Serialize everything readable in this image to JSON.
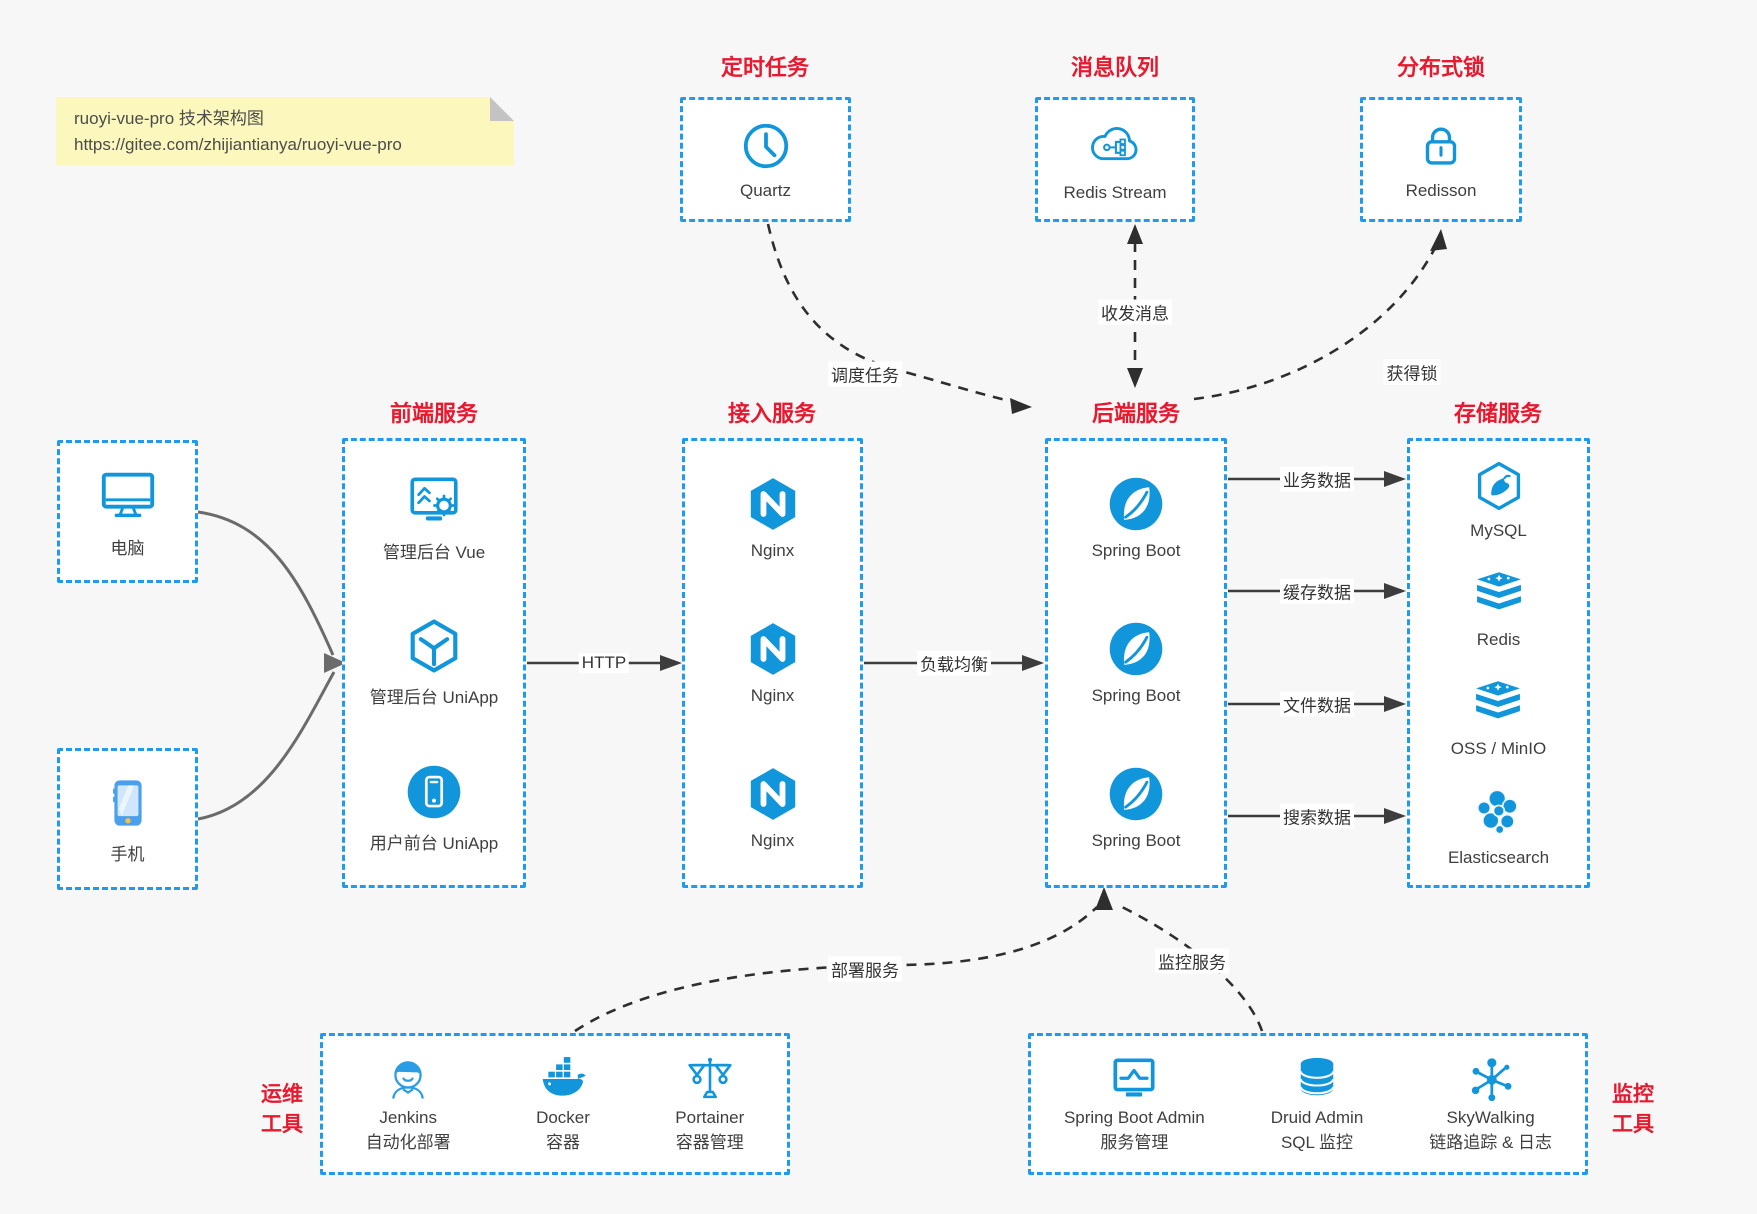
{
  "note": {
    "line1": "ruoyi-vue-pro 技术架构图",
    "line2": "https://gitee.com/zhijiantianya/ruoyi-vue-pro"
  },
  "top_groups": [
    {
      "title": "定时任务",
      "label": "Quartz",
      "icon": "clock-icon"
    },
    {
      "title": "消息队列",
      "label": "Redis Stream",
      "icon": "cloud-stream-icon"
    },
    {
      "title": "分布式锁",
      "label": "Redisson",
      "icon": "lock-icon"
    }
  ],
  "clients": [
    {
      "label": "电脑",
      "icon": "desktop-icon"
    },
    {
      "label": "手机",
      "icon": "smartphone-icon"
    }
  ],
  "columns": [
    {
      "title": "前端服务",
      "items": [
        {
          "label": "管理后台 Vue",
          "icon": "admin-vue-icon"
        },
        {
          "label": "管理后台 UniApp",
          "icon": "uniapp-cube-icon"
        },
        {
          "label": "用户前台 UniApp",
          "icon": "user-app-icon"
        }
      ]
    },
    {
      "title": "接入服务",
      "items": [
        {
          "label": "Nginx",
          "icon": "nginx-icon"
        },
        {
          "label": "Nginx",
          "icon": "nginx-icon"
        },
        {
          "label": "Nginx",
          "icon": "nginx-icon"
        }
      ]
    },
    {
      "title": "后端服务",
      "items": [
        {
          "label": "Spring Boot",
          "icon": "spring-icon"
        },
        {
          "label": "Spring Boot",
          "icon": "spring-icon"
        },
        {
          "label": "Spring Boot",
          "icon": "spring-icon"
        }
      ]
    },
    {
      "title": "存储服务",
      "items": [
        {
          "label": "MySQL",
          "icon": "mysql-icon"
        },
        {
          "label": "Redis",
          "icon": "redis-stack-icon"
        },
        {
          "label": "OSS / MinIO",
          "icon": "oss-stack-icon"
        },
        {
          "label": "Elasticsearch",
          "icon": "elasticsearch-icon"
        }
      ]
    }
  ],
  "edges": {
    "http": "HTTP",
    "load_balance": "负载均衡",
    "schedule": "调度任务",
    "message": "收发消息",
    "acquire_lock": "获得锁",
    "business_data": "业务数据",
    "cache_data": "缓存数据",
    "file_data": "文件数据",
    "search_data": "搜索数据",
    "deploy": "部署服务",
    "monitor": "监控服务"
  },
  "bottom_groups": [
    {
      "side_label": [
        "运维",
        "工具"
      ],
      "items": [
        {
          "label": "Jenkins",
          "sublabel": "自动化部署",
          "icon": "jenkins-icon"
        },
        {
          "label": "Docker",
          "sublabel": "容器",
          "icon": "docker-icon"
        },
        {
          "label": "Portainer",
          "sublabel": "容器管理",
          "icon": "portainer-icon"
        }
      ]
    },
    {
      "side_label": [
        "监控",
        "工具"
      ],
      "items": [
        {
          "label": "Spring Boot Admin",
          "sublabel": "服务管理",
          "icon": "monitor-chart-icon"
        },
        {
          "label": "Druid Admin",
          "sublabel": "SQL 监控",
          "icon": "database-icon"
        },
        {
          "label": "SkyWalking",
          "sublabel": "链路追踪 & 日志",
          "icon": "topology-icon"
        }
      ]
    }
  ],
  "colors": {
    "icon_blue": "#1296db",
    "border_blue": "#1e9bf0",
    "title_red": "#e8192e",
    "note_yellow": "#fbf7bd",
    "arrow_dark": "#3d3d3d",
    "arrow_gray": "#6b6b6b"
  }
}
